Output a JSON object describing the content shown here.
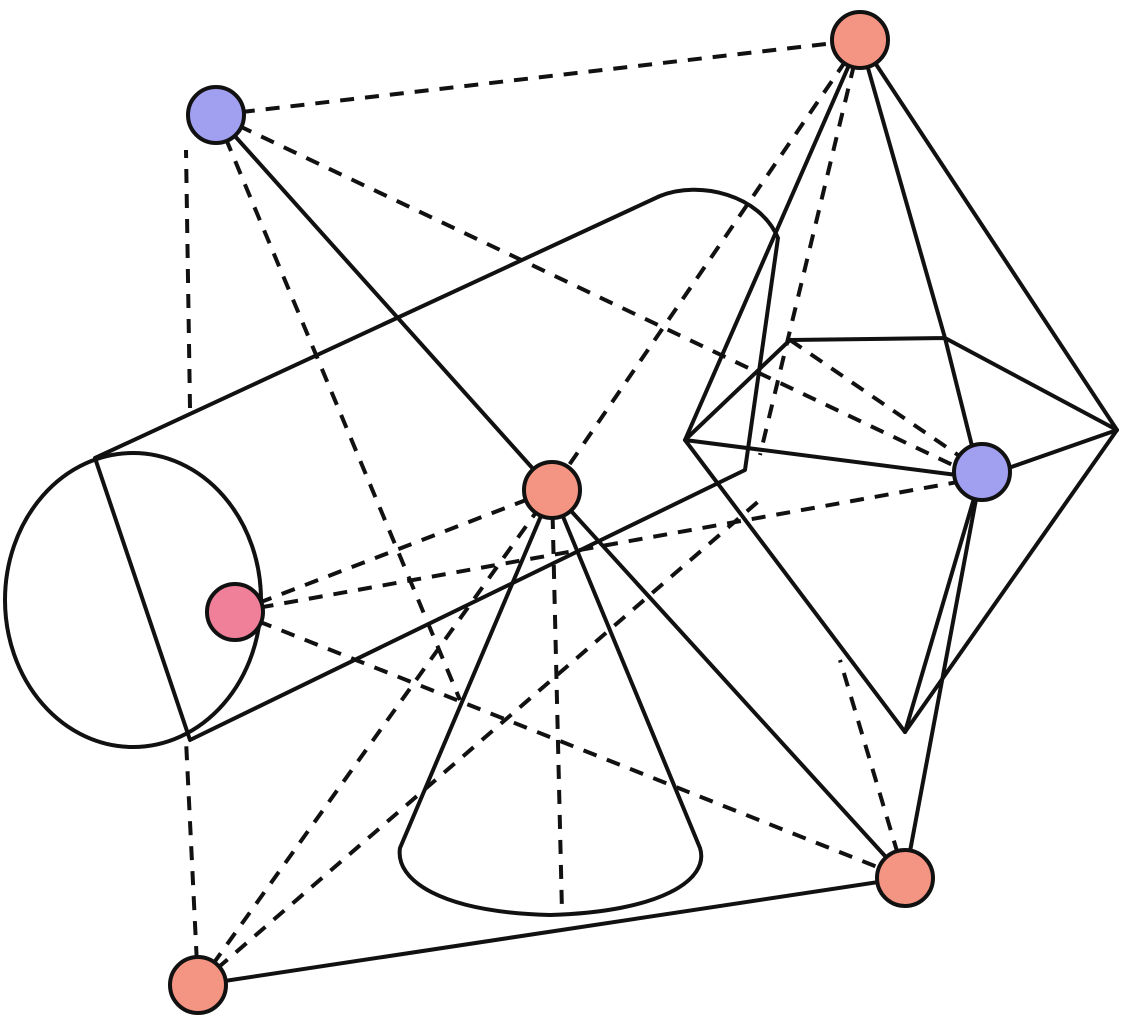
{
  "figure": {
    "colors": {
      "cylinder": "#a09ff0",
      "cone": "#8ddba8",
      "octahedron": "#f49482",
      "vertex_salmon": "#f49482",
      "vertex_blue": "#a09ff0",
      "vertex_pink": "#f07f9a",
      "stroke": "#111111"
    },
    "shapes": [
      "cylinder",
      "cone",
      "octahedron"
    ],
    "vertices": [
      {
        "id": "top-left",
        "color": "vertex_blue"
      },
      {
        "id": "top-right",
        "color": "vertex_salmon"
      },
      {
        "id": "center",
        "color": "vertex_salmon"
      },
      {
        "id": "cylinder-face",
        "color": "vertex_pink"
      },
      {
        "id": "octahedron-right",
        "color": "vertex_blue"
      },
      {
        "id": "bottom-right",
        "color": "vertex_salmon"
      },
      {
        "id": "bottom-left",
        "color": "vertex_salmon"
      }
    ]
  }
}
